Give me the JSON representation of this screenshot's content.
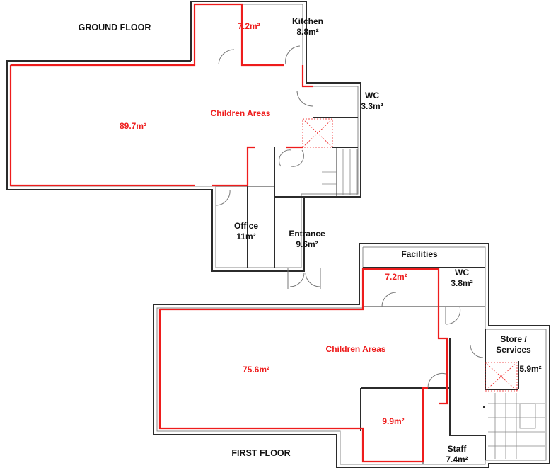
{
  "colors": {
    "wall": "#2b2b2b",
    "highlight": "#ee1c1c",
    "hatch": "#f0a060"
  },
  "ground_floor": {
    "title": "GROUND FLOOR",
    "rooms": [
      {
        "name": "",
        "area": "7.2m²",
        "highlight": true
      },
      {
        "name": "Kitchen",
        "area": "8.8m²",
        "highlight": false
      },
      {
        "name": "WC",
        "area": "3.3m²",
        "highlight": false
      },
      {
        "name": "Children Areas",
        "area": "89.7m²",
        "highlight": true
      },
      {
        "name": "Office",
        "area": "11m²",
        "highlight": false
      },
      {
        "name": "Entrance",
        "area": "9.6m²",
        "highlight": false
      }
    ]
  },
  "first_floor": {
    "title": "FIRST FLOOR",
    "rooms": [
      {
        "name": "Facilities",
        "area": "",
        "highlight": false
      },
      {
        "name": "",
        "area": "7.2m²",
        "highlight": true
      },
      {
        "name": "WC",
        "area": "3.8m²",
        "highlight": false
      },
      {
        "name": "Store / Services",
        "area": "5.9m²",
        "highlight": false
      },
      {
        "name": "Children Areas",
        "area": "75.6m²",
        "highlight": true
      },
      {
        "name": "",
        "area": "9.9m²",
        "highlight": true
      },
      {
        "name": "Staff",
        "area": "7.4m²",
        "highlight": false
      }
    ]
  }
}
